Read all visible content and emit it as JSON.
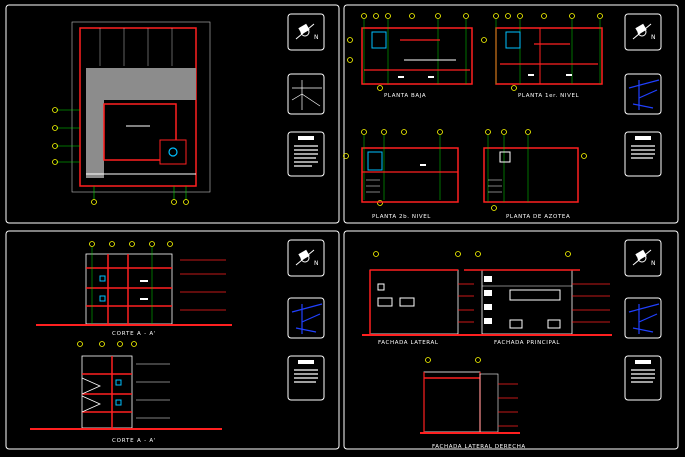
{
  "sheets": {
    "floor_plans": {
      "labels": [
        "PLANTA BAJA",
        "PLANTA 1er. NIVEL",
        "PLANTA 2b. NIVEL",
        "PLANTA DE AZOTEA"
      ]
    },
    "sections": {
      "labels": [
        "CORTE A - A'",
        "CORTE A - A'"
      ]
    },
    "facades": {
      "labels": [
        "FACHADA LATERAL",
        "FACHADA PRINCIPAL",
        "FACHADA LATERAL DERECHA"
      ]
    },
    "north_label": "N"
  },
  "colors": {
    "background": "#000000",
    "frame": "#ffffff",
    "walls": "#ff2020",
    "axes": "#00e000",
    "bubbles": "#ffff00",
    "dimensions": "#c0c0c0",
    "hatch": "#8c8c8c",
    "location_map": "#2040ff",
    "fixtures": "#00c0ff"
  }
}
